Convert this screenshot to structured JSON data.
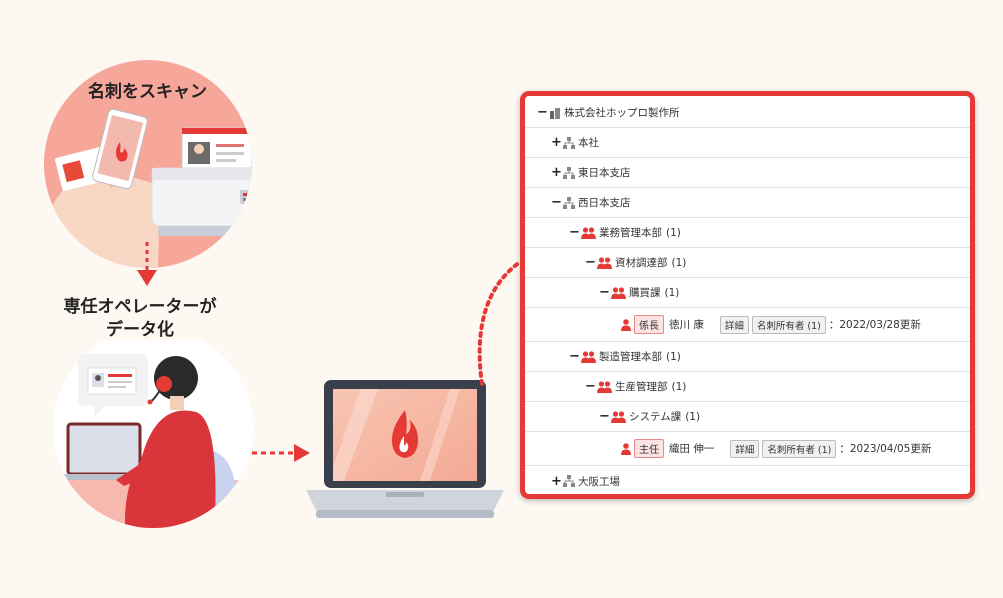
{
  "steps": {
    "scan": "名刺をスキャン",
    "operator_line1": "専任オペレーターが",
    "operator_line2": "データ化"
  },
  "tree": {
    "company": "株式会社ホップロ製作所",
    "branches": {
      "honsha": "本社",
      "higashi": "東日本支店",
      "nishi": "西日本支店",
      "osaka": "大阪工場"
    },
    "gyomu": {
      "name": "業務管理本部",
      "count": "(1)"
    },
    "shizai": {
      "name": "資材調達部",
      "count": "(1)"
    },
    "kobai": {
      "name": "購買課",
      "count": "(1)"
    },
    "person1": {
      "role": "係長",
      "name": "徳川 康",
      "detail": "詳細",
      "owner": "名刺所有者 (1)",
      "updated": "：2022/03/28更新"
    },
    "seizo": {
      "name": "製造管理本部",
      "count": "(1)"
    },
    "seisan": {
      "name": "生産管理部",
      "count": "(1)"
    },
    "system": {
      "name": "システム課",
      "count": "(1)"
    },
    "person2": {
      "role": "主任",
      "name": "織田 伸一",
      "detail": "詳細",
      "owner": "名刺所有者 (1)",
      "updated": "：2023/04/05更新"
    }
  },
  "colors": {
    "accent": "#e53935",
    "background": "#fdf8f2"
  }
}
